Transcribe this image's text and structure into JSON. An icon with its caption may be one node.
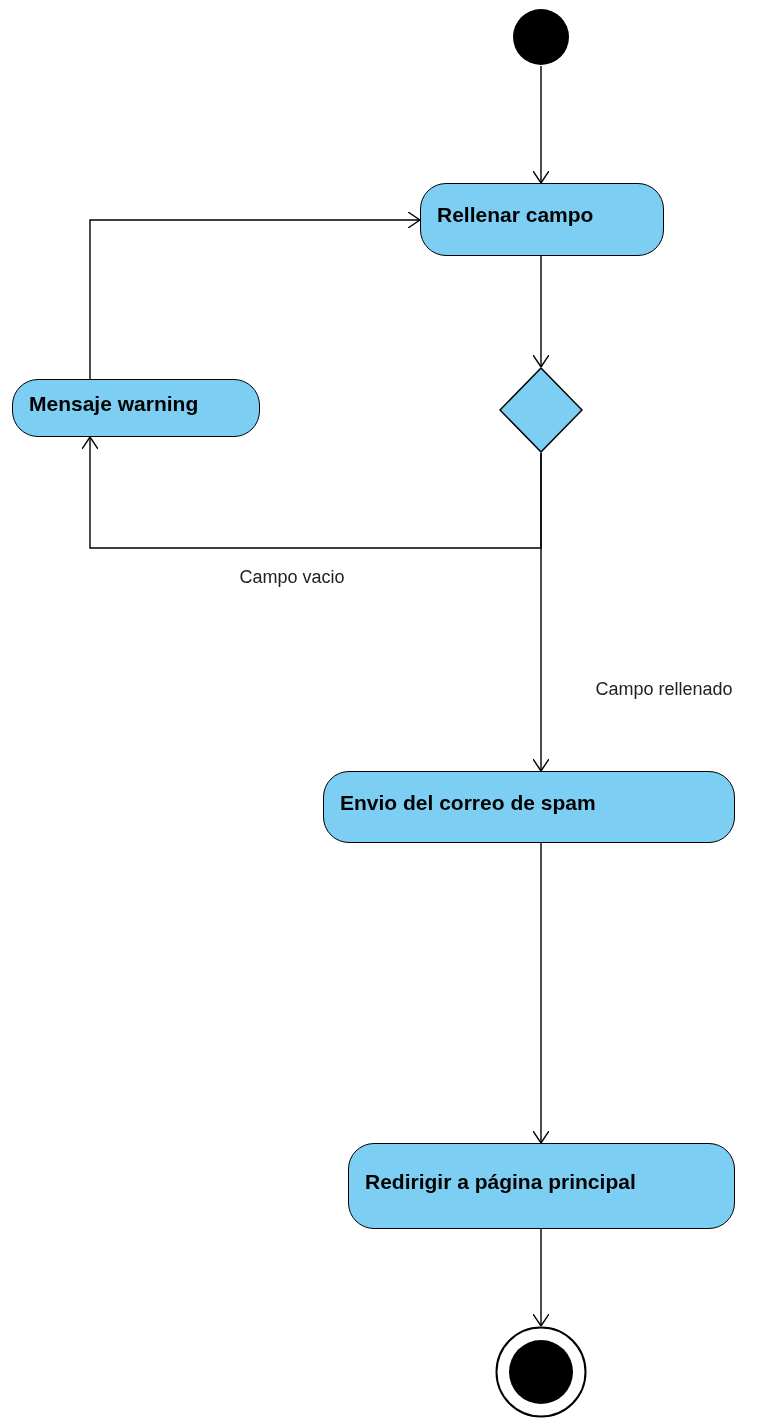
{
  "diagram": {
    "nodes": [
      {
        "text": [],
        "shape": "circle"
      },
      {
        "text": [
          "Rellenar campo"
        ]
      },
      {
        "text": [],
        "shape": "diamond"
      },
      {
        "text": [
          "Mensaje warning"
        ]
      },
      {
        "text": [
          "Envio del correo de spam"
        ]
      },
      {
        "text": [
          "Redirigir a página principal"
        ]
      },
      {
        "text": [],
        "shape": "circle"
      }
    ],
    "edges": [
      {
        "from": 0,
        "to": 1,
        "arrow": "to"
      },
      {
        "from": 1,
        "to": 2,
        "arrow": "to"
      },
      {
        "from": 2,
        "to": 3,
        "arrow": "to",
        "label": "Campo vacio"
      },
      {
        "from": 2,
        "to": 4,
        "arrow": "to",
        "label": "Campo rellenado"
      },
      {
        "from": 3,
        "to": 1,
        "arrow": "to"
      },
      {
        "from": 4,
        "to": 5,
        "arrow": "to"
      },
      {
        "from": 5,
        "to": 6,
        "arrow": "to"
      }
    ]
  }
}
